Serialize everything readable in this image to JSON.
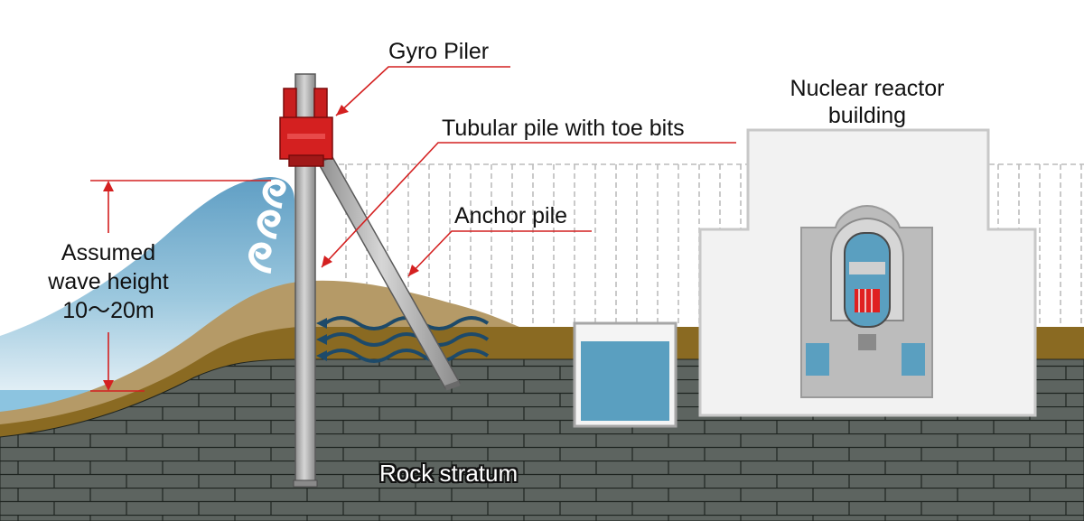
{
  "labels": {
    "gyro_piler": "Gyro Piler",
    "tubular_pile": "Tubular pile with toe bits",
    "anchor_pile": "Anchor pile",
    "reactor_line1": "Nuclear reactor",
    "reactor_line2": "building",
    "wave_line1": "Assumed",
    "wave_line2": "wave height",
    "wave_line3": "10～20m",
    "rock": "Rock stratum"
  },
  "colors": {
    "sky": "#ffffff",
    "rock": "#5d6460",
    "rock_lines": "#1e2420",
    "soil_top": "#b59a67",
    "soil_dark": "#8a6a22",
    "wave": "#7fb4d0",
    "wave_light": "#cfe4ef",
    "pile": "#b4b4b4",
    "gyro_piler": "#d42020",
    "leader_lines": "#d42020",
    "water": "#5a9fc0",
    "building": "#f2f2f2",
    "fuel": "#e02020",
    "flow_arrows": "#1d4a6a"
  }
}
